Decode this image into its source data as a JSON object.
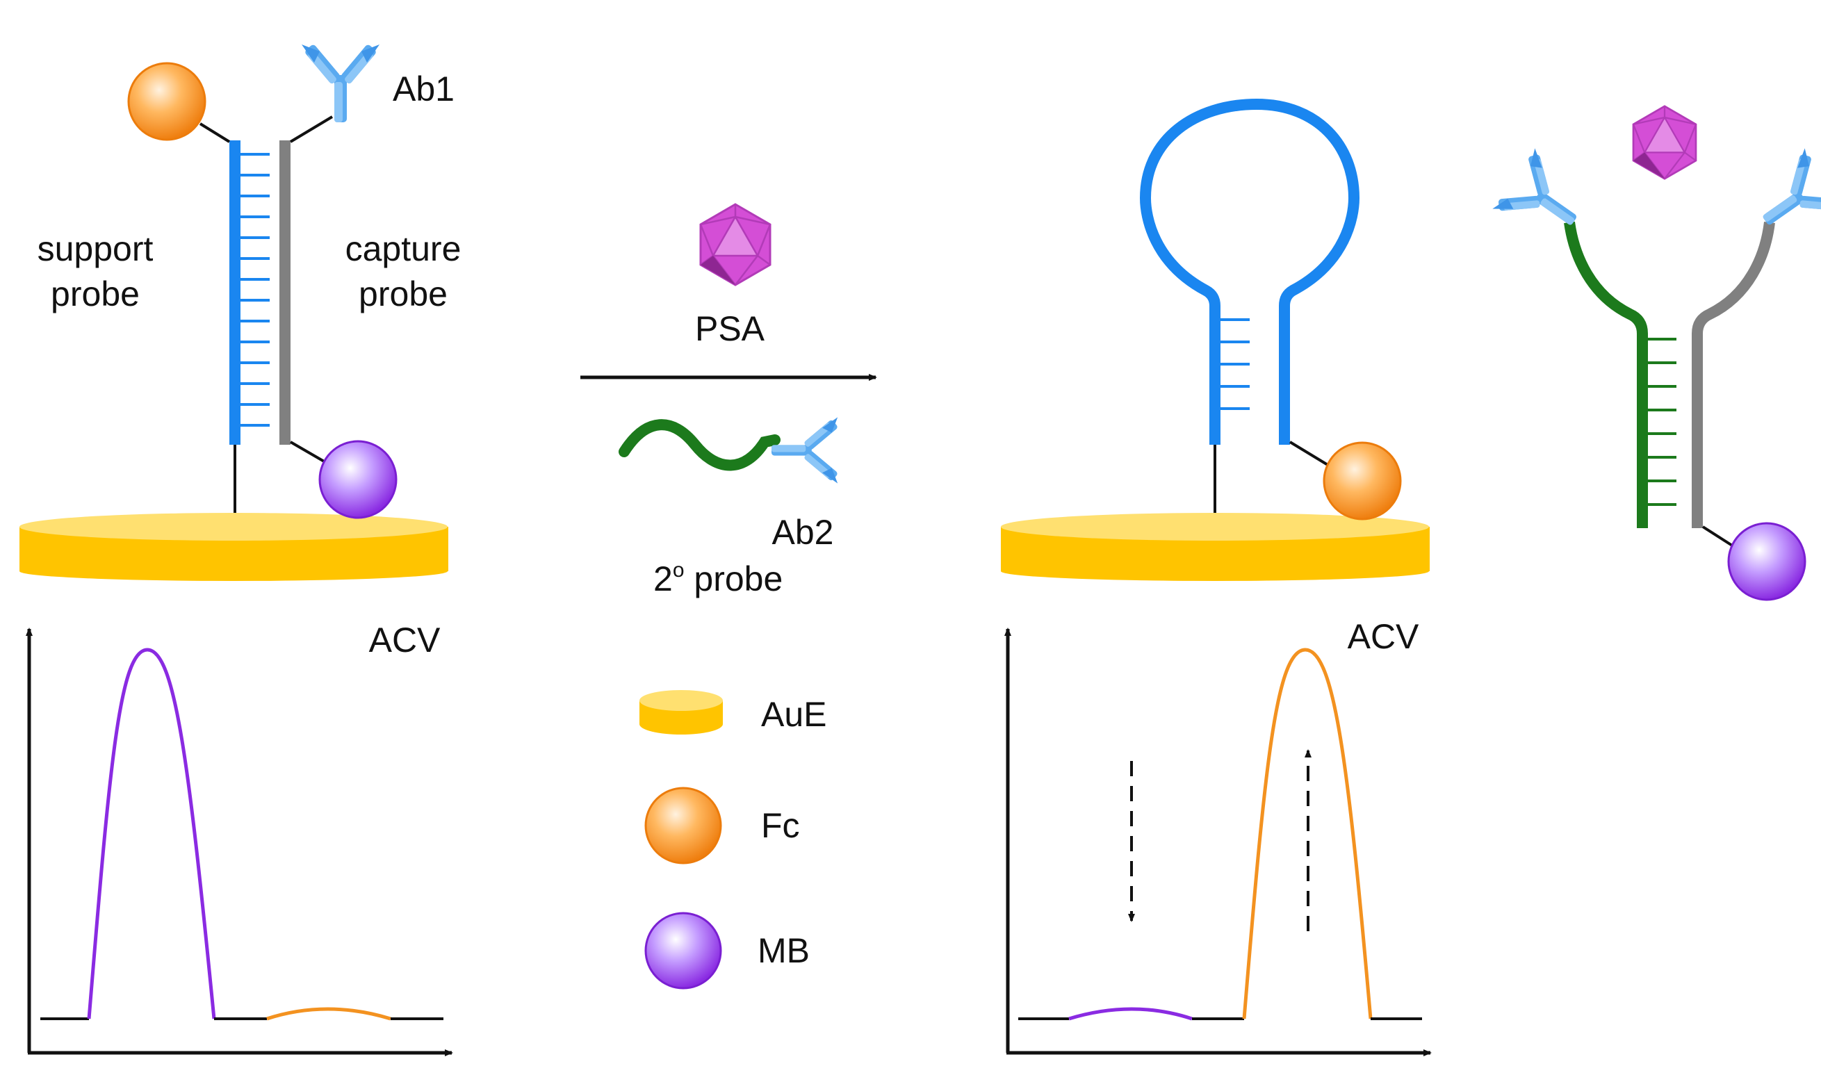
{
  "labels": {
    "ab1": "Ab1",
    "ab2": "Ab2",
    "support_probe_line1": "support",
    "support_probe_line2": "probe",
    "capture_probe_line1": "capture",
    "capture_probe_line2": "probe",
    "psa": "PSA",
    "second_probe_base": "2",
    "second_probe_sup": "o",
    "second_probe_rest": " probe",
    "acv_left": "ACV",
    "acv_right": "ACV"
  },
  "legend": [
    {
      "icon": "gold-electrode-disc",
      "label": "AuE"
    },
    {
      "icon": "orange-sphere",
      "label": "Fc"
    },
    {
      "icon": "purple-sphere",
      "label": "MB"
    }
  ],
  "colors": {
    "support_strand": "#1a86f0",
    "capture_strand": "#808080",
    "secondary_strand": "#1c7a1c",
    "antibody": "#5aaaf0",
    "electrode": "#ffc400",
    "fc": "#f39220",
    "mb": "#8a2be2",
    "psa": "#d44ed6",
    "left_peak": "#8a2be2",
    "right_peak": "#f39220"
  }
}
